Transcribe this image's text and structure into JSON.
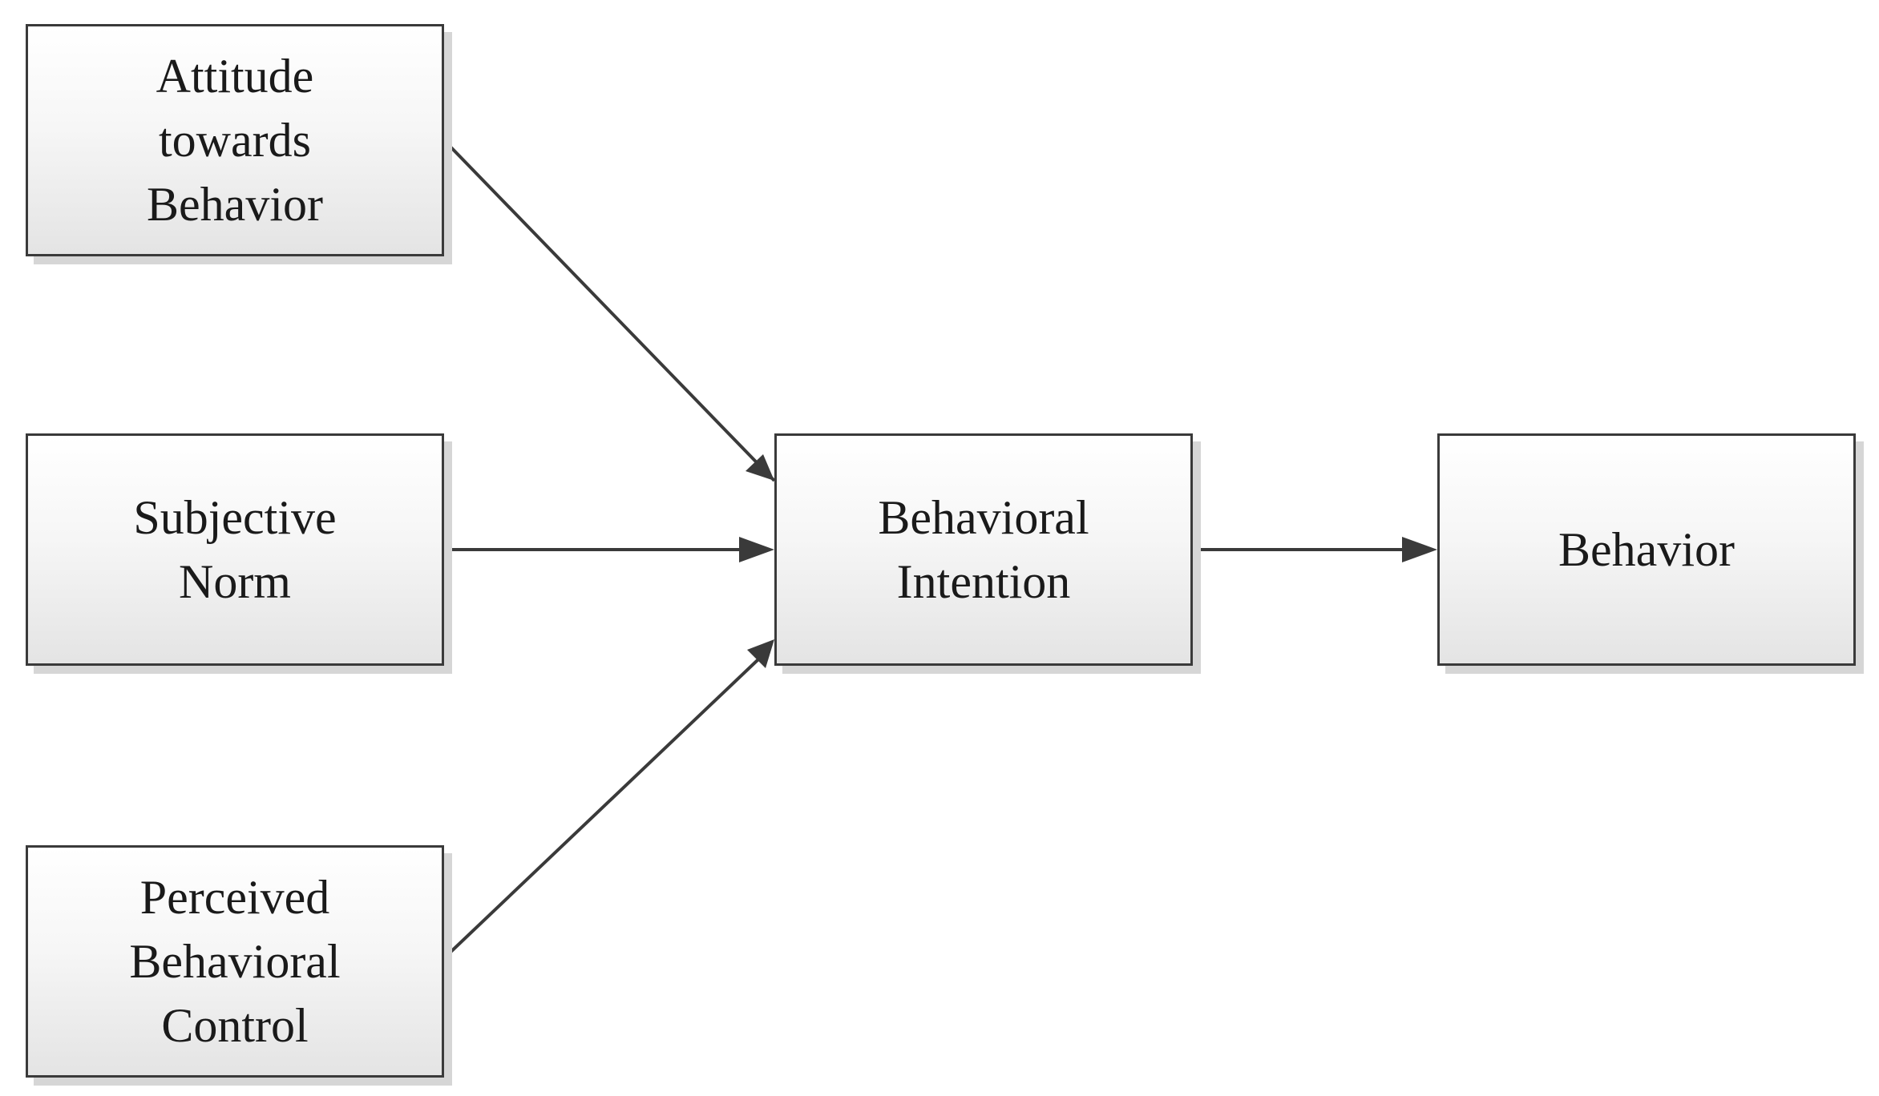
{
  "nodes": {
    "attitude": [
      "Attitude",
      "towards",
      "Behavior"
    ],
    "subjective_norm": [
      "Subjective",
      "Norm"
    ],
    "perceived_control": [
      "Perceived",
      "Behavioral",
      "Control"
    ],
    "intention": [
      "Behavioral",
      "Intention"
    ],
    "behavior": [
      "Behavior"
    ]
  },
  "edges": [
    {
      "from": "attitude",
      "to": "intention"
    },
    {
      "from": "subjective_norm",
      "to": "intention"
    },
    {
      "from": "perceived_control",
      "to": "intention"
    },
    {
      "from": "intention",
      "to": "behavior"
    }
  ],
  "colors": {
    "stroke": "#3a3a3a",
    "box_fill_top": "#ffffff",
    "box_fill_bottom": "#e4e4e4",
    "shadow": "#d6d6d6"
  }
}
